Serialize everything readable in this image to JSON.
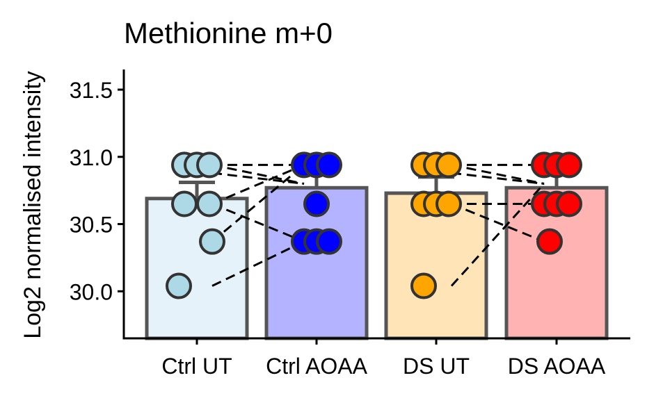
{
  "chart_data": {
    "type": "bar",
    "title": "Methionine m+0",
    "xlabel": "",
    "ylabel": "Log2 normalised intensity",
    "ylim": [
      29.65,
      31.65
    ],
    "yticks": [
      "30.0",
      "30.5",
      "31.0",
      "31.5"
    ],
    "ytick_values": [
      30.0,
      30.5,
      31.0,
      31.5
    ],
    "categories": [
      "Ctrl UT",
      "Ctrl AOAA",
      "DS UT",
      "DS AOAA"
    ],
    "values": [
      30.69,
      30.77,
      30.73,
      30.77
    ],
    "errors": [
      0.12,
      0.11,
      0.12,
      0.1
    ],
    "bar_fill": [
      "#e6f2f9",
      "#b3b3ff",
      "#ffe4b8",
      "#ffb3b3"
    ],
    "point_fill": [
      "#add8e6",
      "#0000ff",
      "#ffa500",
      "#ff0000"
    ],
    "points": [
      [
        30.94,
        30.94,
        30.94,
        30.65,
        30.65,
        30.37,
        30.04
      ],
      [
        30.94,
        30.94,
        30.94,
        30.65,
        30.37,
        30.37,
        30.37
      ],
      [
        30.94,
        30.94,
        30.94,
        30.65,
        30.65,
        30.65,
        30.04
      ],
      [
        30.94,
        30.94,
        30.94,
        30.65,
        30.65,
        30.65,
        30.37
      ]
    ],
    "pairs": [
      [
        0,
        1,
        30.94,
        30.94
      ],
      [
        0,
        1,
        30.94,
        30.8
      ],
      [
        0,
        1,
        30.88,
        30.8
      ],
      [
        0,
        1,
        30.65,
        30.94
      ],
      [
        0,
        1,
        30.65,
        30.37
      ],
      [
        0,
        1,
        30.37,
        30.94
      ],
      [
        0,
        1,
        30.04,
        30.37
      ],
      [
        2,
        3,
        30.94,
        30.94
      ],
      [
        2,
        3,
        30.94,
        30.8
      ],
      [
        2,
        3,
        30.88,
        30.8
      ],
      [
        2,
        3,
        30.65,
        30.65
      ],
      [
        2,
        3,
        30.65,
        30.37
      ],
      [
        2,
        3,
        30.04,
        30.8
      ]
    ],
    "grid": false,
    "legend": "none"
  }
}
